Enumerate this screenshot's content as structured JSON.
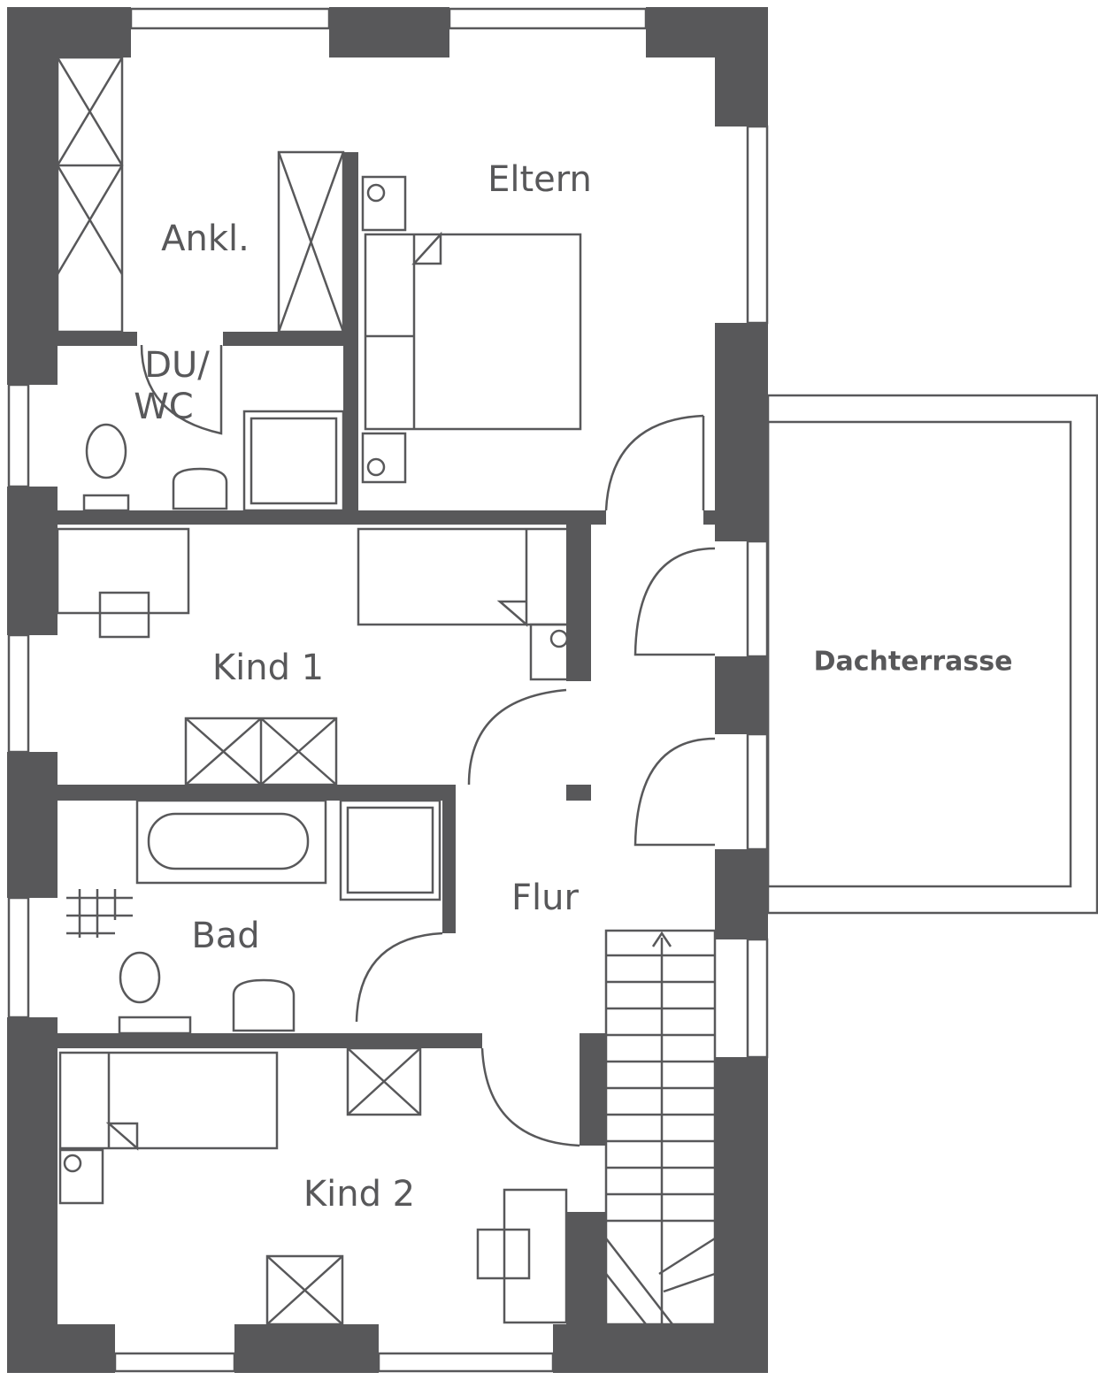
{
  "colors": {
    "wall": "#58585a",
    "line": "#58585a",
    "background": "#ffffff"
  },
  "rooms": {
    "eltern": "Eltern",
    "ankl": "Ankl.",
    "duwc_1": "DU/",
    "duwc_2": "WC",
    "kind1": "Kind  1",
    "bad": "Bad",
    "flur": "Flur",
    "dachterrasse": "Dachterrasse",
    "kind2": "Kind  2"
  }
}
